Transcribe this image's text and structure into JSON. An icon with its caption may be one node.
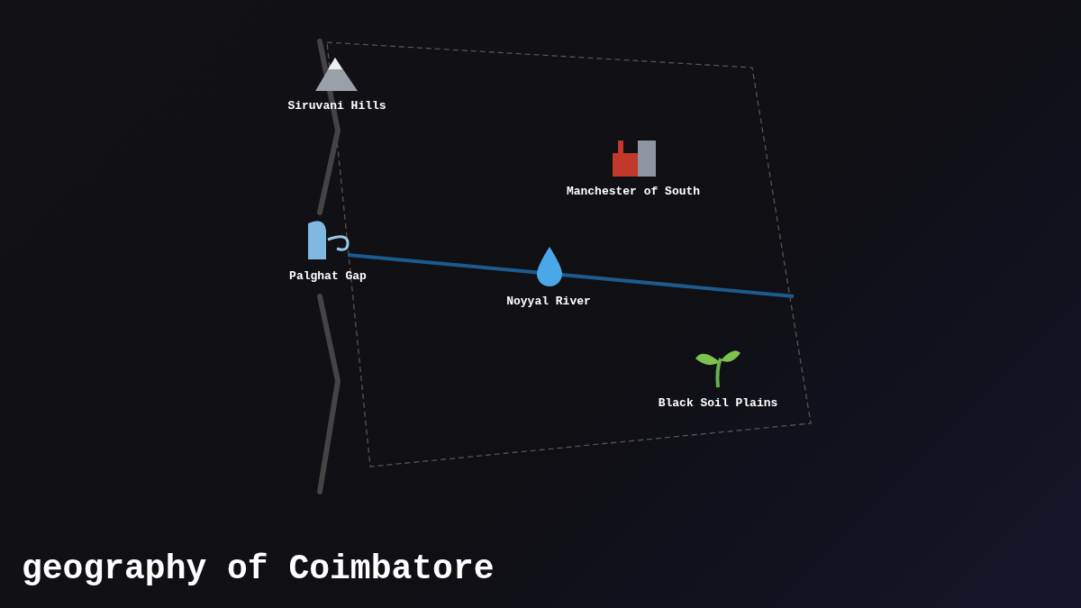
{
  "diagram": {
    "title": "geography of Coimbatore",
    "labels": [
      "Siruvani Hills",
      "Manchester of South",
      "Palghat Gap",
      "Noyyal River",
      "Black Soil Plains"
    ]
  }
}
